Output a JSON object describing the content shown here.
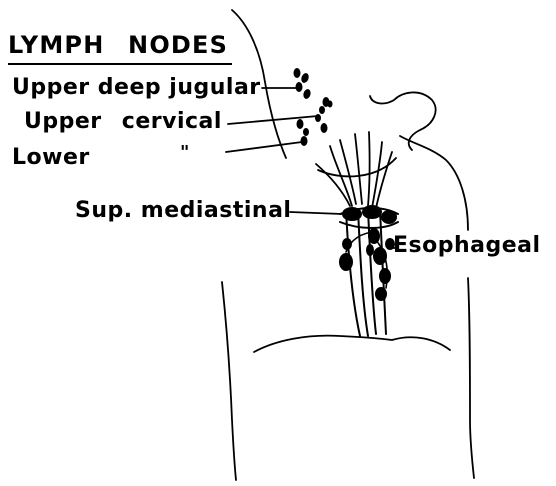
{
  "title": "LYMPH NODES",
  "labels": {
    "upper_deep_jugular": "Upper deep jugular",
    "upper_cervical": "Upper cervical",
    "lower": "Lower",
    "ditto_mark": "\"",
    "sup_mediastinal": "Sup. mediastinal",
    "esophageal": "Esophageal"
  },
  "colors": {
    "ink": "#000000",
    "background": "#ffffff"
  }
}
